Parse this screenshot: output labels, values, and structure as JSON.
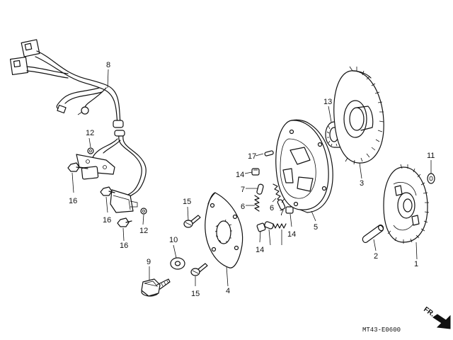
{
  "diagram_code": "MT43-E0600",
  "direction_label": "FR.",
  "callouts": {
    "c1": "1",
    "c2": "2",
    "c3": "3",
    "c4": "4",
    "c5": "5",
    "c6a": "6",
    "c6b": "6",
    "c7a": "7",
    "c7b": "7",
    "c8": "8",
    "c9": "9",
    "c10": "10",
    "c11": "11",
    "c12a": "12",
    "c12b": "12",
    "c13": "13",
    "c14a": "14",
    "c14b": "14",
    "c14c": "14",
    "c15a": "15",
    "c15b": "15",
    "c16a": "16",
    "c16b": "16",
    "c16c": "16",
    "c17": "17"
  }
}
